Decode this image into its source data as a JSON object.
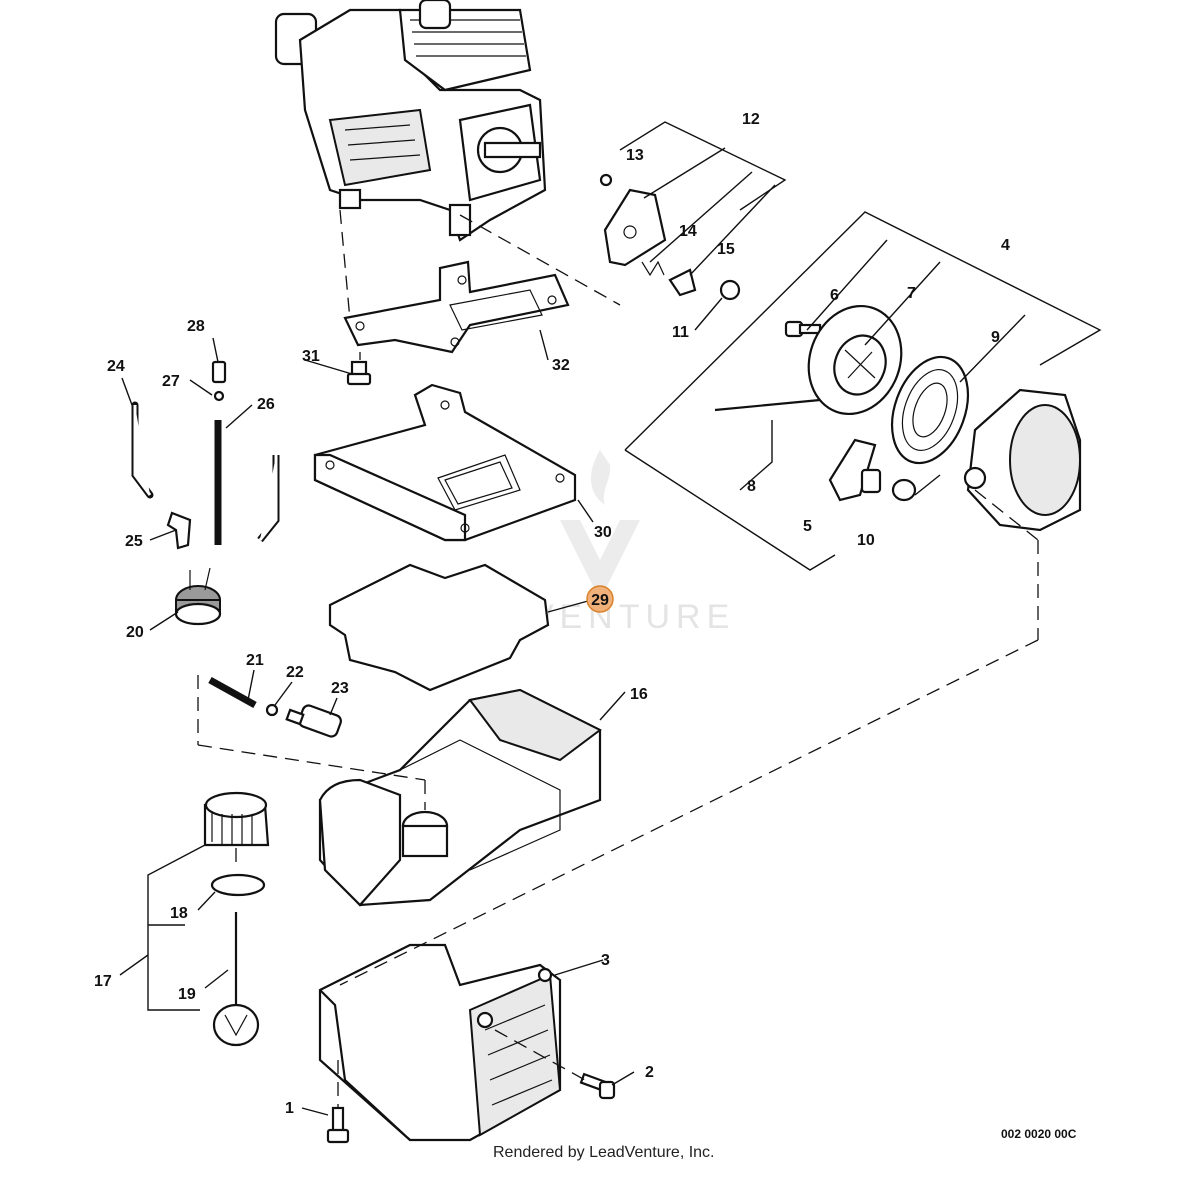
{
  "watermark": "LEADVENTURE",
  "footer": "Rendered by LeadVenture, Inc.",
  "diagram_code": "002 0020 00C",
  "highlighted_callout": "29",
  "highlight_color": "#f0b07a",
  "callouts": {
    "c1": "1",
    "c2": "2",
    "c3": "3",
    "c4": "4",
    "c5": "5",
    "c6": "6",
    "c7": "7",
    "c8": "8",
    "c9": "9",
    "c10": "10",
    "c11": "11",
    "c12": "12",
    "c13": "13",
    "c14": "14",
    "c15": "15",
    "c16": "16",
    "c17": "17",
    "c18": "18",
    "c19": "19",
    "c20": "20",
    "c21": "21",
    "c22": "22",
    "c23": "23",
    "c24": "24",
    "c25": "25",
    "c26": "26",
    "c27": "27",
    "c28": "28",
    "c29": "29",
    "c30": "30",
    "c31": "31",
    "c32": "32"
  }
}
